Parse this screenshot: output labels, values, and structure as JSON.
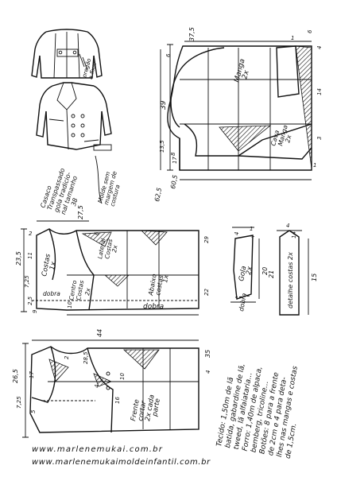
{
  "sheet": {
    "title_lines": [
      "Casaco",
      "Transpassado",
      "gola tradicio-",
      "nal tamanho",
      "38"
    ],
    "note_lines": [
      "Molde sem",
      "margem de",
      "costura"
    ],
    "label_pregao": [
      "pregão",
      "a fixar"
    ],
    "urls": [
      "www.marlenemukai.com.br",
      "www.marlenemukaimoldeinfantil.com.br"
    ],
    "materials_lines": [
      "Tecido: 1,50m de lã",
      "batida, gabardine de lã,",
      "tweed, lã alfaiataria...",
      "Forro: 1,40m de alpaca,",
      "bemberg, tricoline...",
      "Botões: 8 para a frente",
      "de 2cm e 4 para deta-",
      "lhes nas mangas e costas",
      "de 1,5cm."
    ]
  },
  "sleeve": {
    "label_manga": [
      "Manga",
      "2x"
    ],
    "label_cava": [
      "Cava",
      "Manga",
      "2x"
    ],
    "dims": [
      "37,5",
      "6",
      "1",
      "4",
      "39",
      "13,5",
      "8",
      "6",
      "17",
      "14",
      "3",
      "1",
      "60,5",
      "62,5"
    ]
  },
  "back": {
    "label_costas": [
      "Costas",
      "1x"
    ],
    "label_centro": [
      "Centro",
      "Costas",
      "2x"
    ],
    "label_lateral": [
      "Lateral",
      "Costas",
      "2x"
    ],
    "label_abafo": [
      "Abaixo",
      "costas",
      "1x"
    ],
    "dobra_top": "dobra",
    "dobra_bottom": "dobra",
    "dims": [
      "27,5",
      "23,5",
      "7,25",
      "11",
      "2",
      "2,5",
      "6",
      "10",
      "9",
      "29",
      "22"
    ]
  },
  "front": {
    "label_frente": [
      "Frente",
      "cortar",
      "2x cada",
      "parte"
    ],
    "dims": [
      "44",
      "26,5",
      "7,25",
      "17",
      "28,5",
      "4",
      "2",
      "5",
      "10",
      "16",
      "35",
      "4"
    ]
  },
  "collar": {
    "label_gola": [
      "Gola",
      "2x"
    ],
    "dobra": "dobra",
    "dims": [
      "20",
      "4",
      "1",
      "4"
    ]
  },
  "detail": {
    "label": "detalhe costas 2x",
    "dims": [
      "4",
      "14",
      "21",
      "15"
    ]
  }
}
